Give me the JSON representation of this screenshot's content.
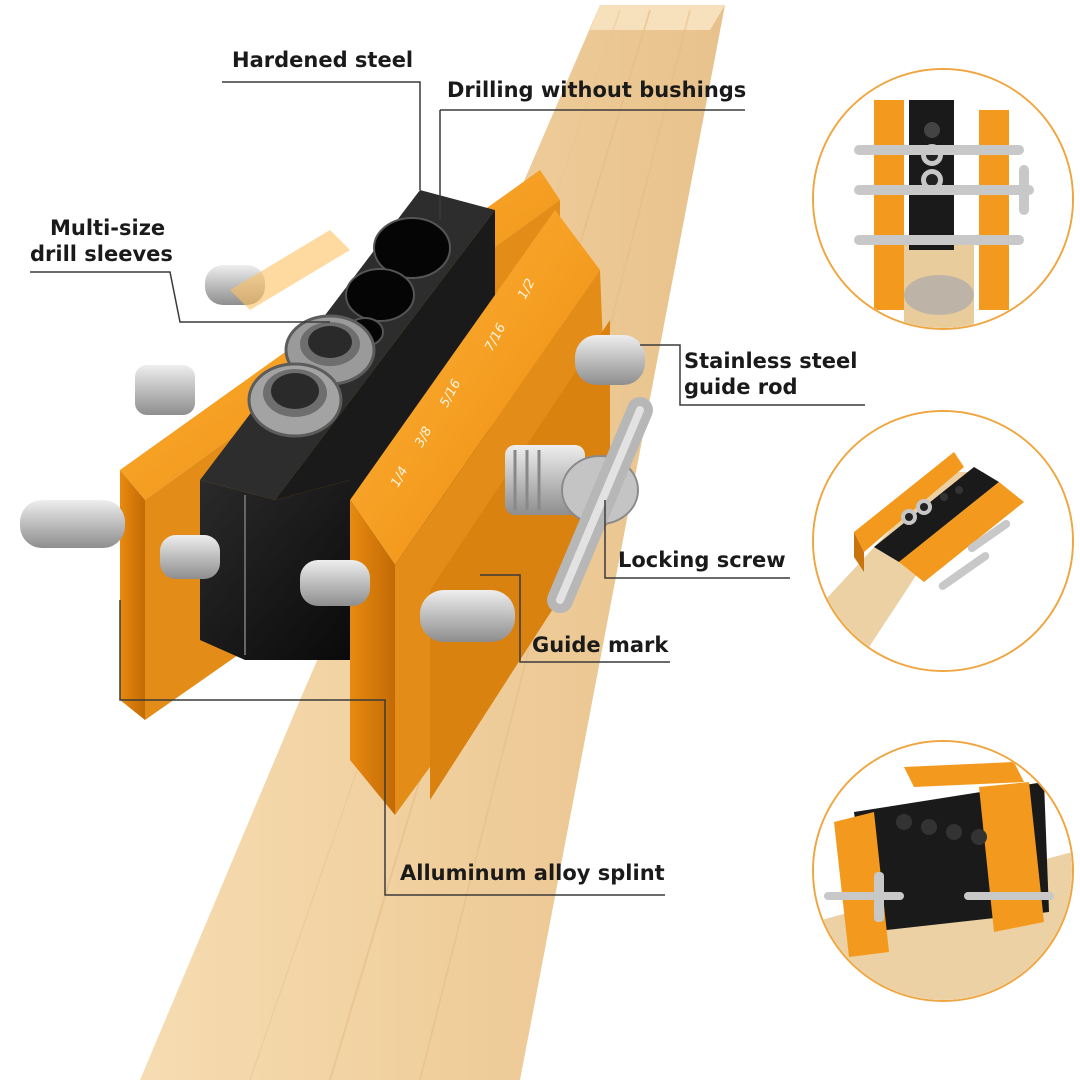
{
  "callouts": {
    "hardened_steel": "Hardened steel",
    "drilling_without_bushings": "Drilling without bushings",
    "multi_size_line1": "Multi-size",
    "multi_size_line2": "drill sleeves",
    "stainless_line1": "Stainless steel",
    "stainless_line2": "guide rod",
    "locking_screw": "Locking screw",
    "guide_mark": "Guide mark",
    "aluminum_splint": "Alluminum alloy splint"
  },
  "scale_marks": [
    "1/4",
    "3/8",
    "5/16",
    "7/16",
    "1/2"
  ],
  "colors": {
    "orange": "#f39a1e",
    "orange_dark": "#c9730c",
    "black_block": "#141414",
    "wood": "#f1d2a4",
    "steel": "#c9c9c9",
    "inset_border": "#f0a640"
  },
  "insets": [
    {
      "name": "top-view-inset"
    },
    {
      "name": "side-view-inset"
    },
    {
      "name": "angled-view-inset"
    }
  ]
}
